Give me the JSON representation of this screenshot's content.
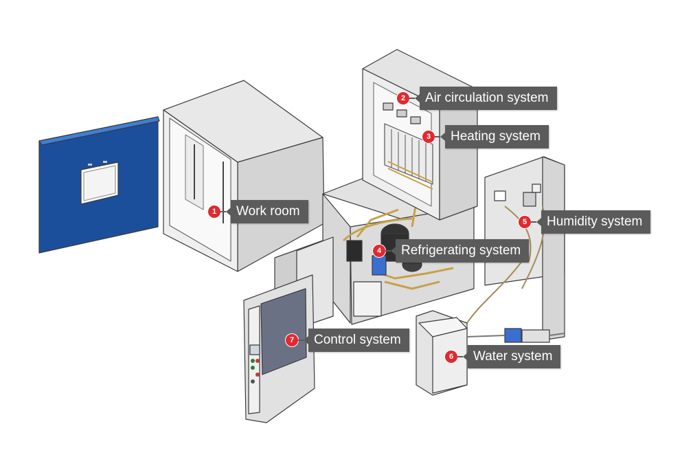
{
  "callouts": [
    {
      "num": "1",
      "label": "Work room"
    },
    {
      "num": "2",
      "label": "Air circulation system"
    },
    {
      "num": "3",
      "label": "Heating system"
    },
    {
      "num": "4",
      "label": "Refrigerating system"
    },
    {
      "num": "5",
      "label": "Humidity system"
    },
    {
      "num": "6",
      "label": "Water system"
    },
    {
      "num": "7",
      "label": "Control system"
    }
  ],
  "colors": {
    "door_panel": "#1b4f9c",
    "panel_gray": "#d9d9d9",
    "edge": "#3a3a3a",
    "callout_bg": "#5b5b5b",
    "callout_dot": "#e2292f",
    "copper": "#c8a04a"
  }
}
